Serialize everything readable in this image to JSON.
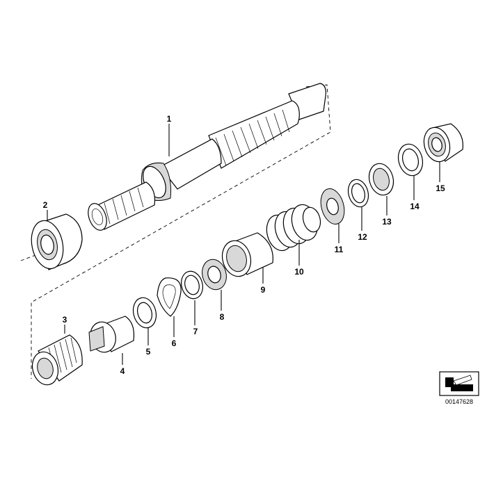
{
  "diagram": {
    "callouts": [
      {
        "id": "1",
        "label": "1"
      },
      {
        "id": "2",
        "label": "2"
      },
      {
        "id": "3",
        "label": "3"
      },
      {
        "id": "4",
        "label": "4"
      },
      {
        "id": "5",
        "label": "5"
      },
      {
        "id": "6",
        "label": "6"
      },
      {
        "id": "7",
        "label": "7"
      },
      {
        "id": "8",
        "label": "8"
      },
      {
        "id": "9",
        "label": "9"
      },
      {
        "id": "10",
        "label": "10"
      },
      {
        "id": "11",
        "label": "11"
      },
      {
        "id": "12",
        "label": "12"
      },
      {
        "id": "13",
        "label": "13"
      },
      {
        "id": "14",
        "label": "14"
      },
      {
        "id": "15",
        "label": "15"
      }
    ],
    "reference_code": "00147628",
    "colors": {
      "line": "#000000",
      "shade": "#d8d8d8",
      "dark": "#9a9a9a",
      "background": "#ffffff"
    }
  }
}
